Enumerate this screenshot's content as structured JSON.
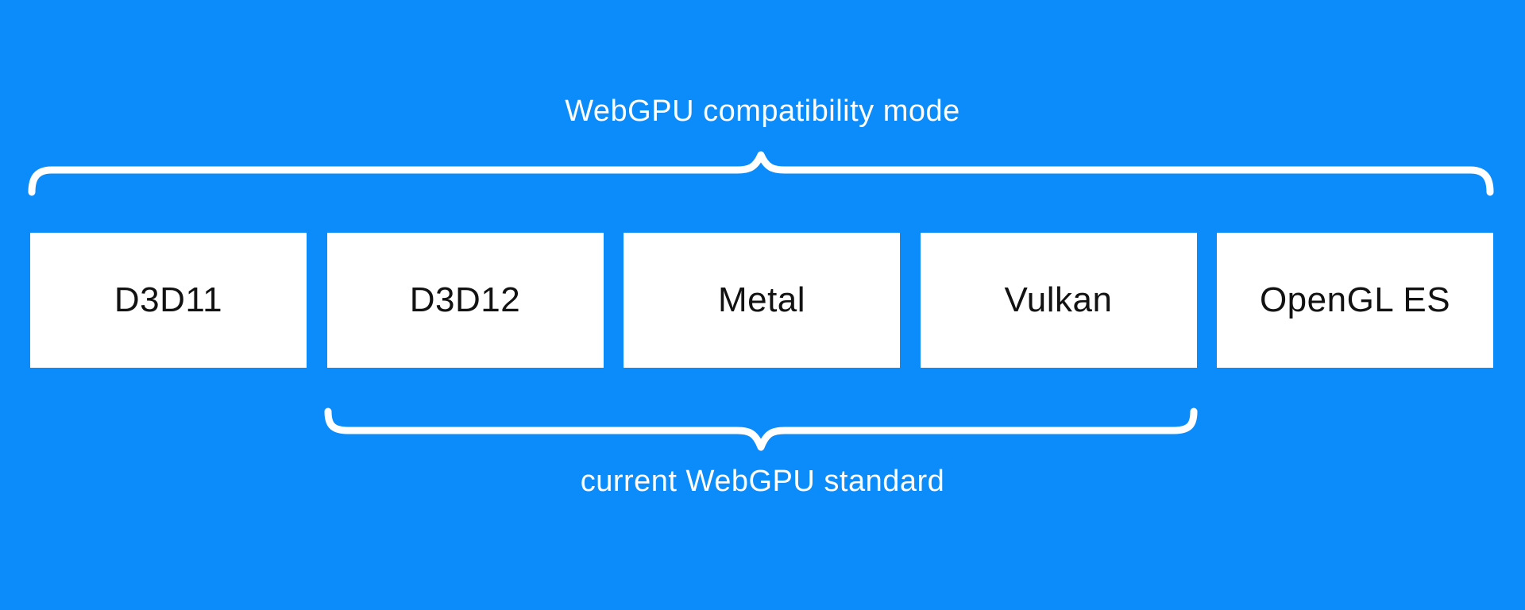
{
  "diagram": {
    "top_label": "WebGPU compatibility mode",
    "bottom_label": "current WebGPU standard",
    "boxes": [
      {
        "label": "D3D11"
      },
      {
        "label": "D3D12"
      },
      {
        "label": "Metal"
      },
      {
        "label": "Vulkan"
      },
      {
        "label": "OpenGL ES"
      }
    ],
    "colors": {
      "background": "#0b8cfa",
      "box_fill": "#ffffff",
      "box_text": "#121212",
      "label_text": "#ffffff",
      "brace": "#ffffff"
    }
  }
}
